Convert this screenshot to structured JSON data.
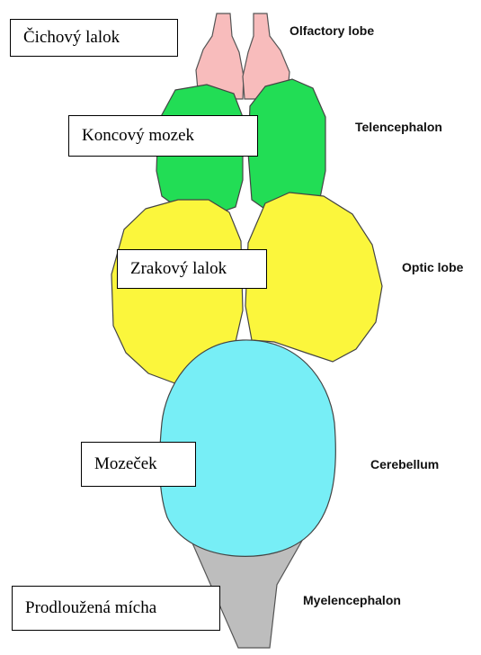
{
  "colors": {
    "olfactory": "#f8bcbc",
    "telencephalon": "#22dd55",
    "optic": "#fbf63c",
    "cerebellum": "#77eef6",
    "myelencephalon": "#bdbdbd",
    "outline": "#444444"
  },
  "parts": [
    {
      "id": "olfactory",
      "en": "Olfactory lobe",
      "cz": "Čichový lalok"
    },
    {
      "id": "telencephalon",
      "en": "Telencephalon",
      "cz": "Koncový mozek"
    },
    {
      "id": "optic",
      "en": "Optic lobe",
      "cz": "Zrakový lalok"
    },
    {
      "id": "cerebellum",
      "en": "Cerebellum",
      "cz": "Mozeček"
    },
    {
      "id": "myelencephalon",
      "en": "Myelencephalon",
      "cz": "Prodloužená mícha"
    }
  ]
}
